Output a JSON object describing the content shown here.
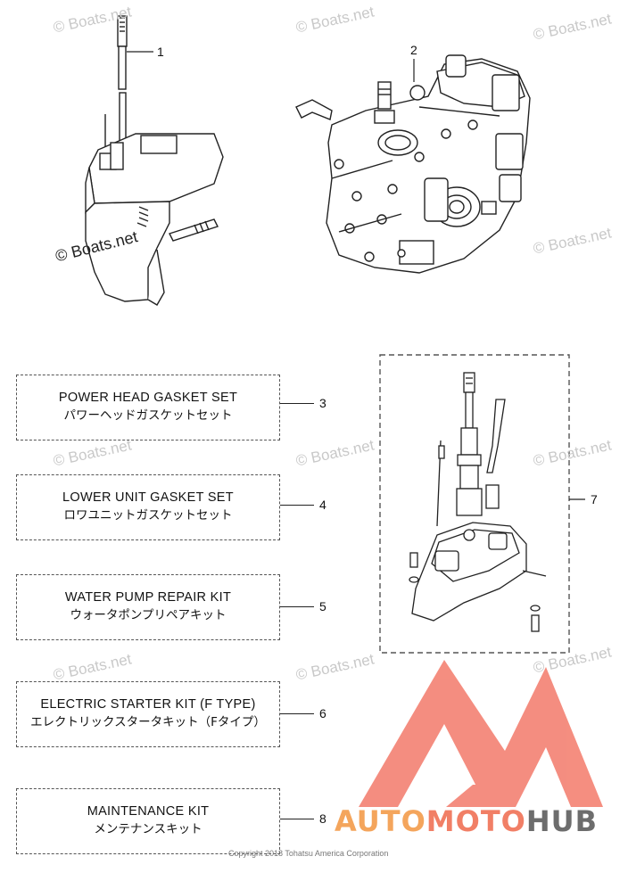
{
  "watermark": "© Boats.net",
  "callouts": {
    "n1": "1",
    "n2": "2",
    "n3": "3",
    "n4": "4",
    "n5": "5",
    "n6": "6",
    "n7": "7",
    "n8": "8"
  },
  "kits": [
    {
      "en": "POWER HEAD GASKET SET",
      "jp": "パワーヘッドガスケットセット"
    },
    {
      "en": "LOWER UNIT GASKET SET",
      "jp": "ロワユニットガスケットセット"
    },
    {
      "en": "WATER PUMP REPAIR KIT",
      "jp": "ウォータポンプリペアキット"
    },
    {
      "en": "ELECTRIC STARTER KIT (F TYPE)",
      "jp": "エレクトリックスタータキット（Fタイプ）"
    },
    {
      "en": "MAINTENANCE KIT",
      "jp": "メンテナンスキット"
    }
  ],
  "copyright": "Copyright 2018 Tohatsu America Corporation",
  "brand": {
    "part1": "AUTO",
    "part2": "MOTO",
    "part3": "HUB"
  },
  "colors": {
    "brand_orange": "#f4a55c",
    "brand_red": "#f17f66",
    "brand_gray": "#6d6d6d"
  }
}
